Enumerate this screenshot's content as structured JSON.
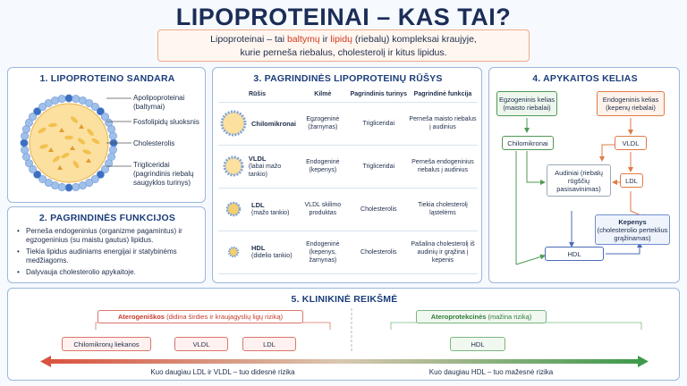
{
  "title": "LIPOPROTEINAI – KAS TAI?",
  "intro": {
    "line1_a": "Lipoproteinai – tai ",
    "line1_b": "baltymų",
    "line1_c": " ir ",
    "line1_d": "lipidų",
    "line1_e": " (riebalų) kompleksai kraujyje,",
    "line2": "kurie perneša riebalus, cholesterolį ir kitus lipidus."
  },
  "colors": {
    "accent": "#1b3d7a",
    "red": "#d33a1e",
    "green": "#4f9a55",
    "orange": "#e07a46"
  },
  "panel1": {
    "title": "1. LIPOPROTEINO SANDARA",
    "labels": [
      "Apolipoproteinai (baltymai)",
      "Fosfolipidų sluoksnis",
      "Cholesterolis",
      "Trigliceridai (pagrindinis riebalų saugyklos turinys)"
    ]
  },
  "panel2": {
    "title": "2. PAGRINDINĖS FUNKCIJOS",
    "items": [
      "Perneša endogeninius (organizme pagamintus) ir egzogeninius (su maistu gautus) lipidus.",
      "Tiekia lipidus audiniams energijai ir statybinėms medžiagoms.",
      "Dalyvauja cholesterolio apykaitoje."
    ]
  },
  "panel3": {
    "title": "3. PAGRINDINĖS LIPOPROTEINŲ RŪŠYS",
    "headers": [
      "Rūšis",
      "Kilmė",
      "Pagrindinis turinys",
      "Pagrindinė funkcija"
    ],
    "rows": [
      {
        "name": "Chilomikronai",
        "sub": "",
        "origin": "Egzogeninė (žarnynas)",
        "content": "Trigliceridai",
        "function": "Perneša maisto riebalus į audinius"
      },
      {
        "name": "VLDL",
        "sub": "(labai mažo tankio)",
        "origin": "Endogeninė (kepenys)",
        "content": "Trigliceridai",
        "function": "Perneša endogeninius riebalus į audinius"
      },
      {
        "name": "LDL",
        "sub": "(mažo tankio)",
        "origin": "VLDL skilimo produktas",
        "content": "Cholesterolis",
        "function": "Tiekia cholesterolį ląstelėms"
      },
      {
        "name": "HDL",
        "sub": "(didelio tankio)",
        "origin": "Endogeninė (kepenys, žarnynas)",
        "content": "Cholesterolis",
        "function": "Pašalina cholesterolį iš audinių ir grąžina į kepenis"
      }
    ]
  },
  "panel4": {
    "title": "4. APYKAITOS KELIAS",
    "exo": "Egzogeninis kelias (maisto riebalai)",
    "endo": "Endogeninis kelias (kepenų riebalai)",
    "chylo": "Chilomikronai",
    "vldl": "VLDL",
    "ldl": "LDL",
    "tissues": "Audiniai (riebalų rūgščių pasisavinimas)",
    "liver_title": "Kepenys",
    "liver_sub": "(cholesterolio perteklius grąžinamas)",
    "hdl": "HDL"
  },
  "panel5": {
    "title": "5. KLINIKINĖ REIKŠMĖ",
    "athero_bold": "Aterogeniškos",
    "athero_rest": " (didina širdies ir kraujagyslių ligų riziką)",
    "anti_bold": "Ateroprotekcinės",
    "anti_rest": " (mažina riziką)",
    "bad": [
      "Chilomikronų liekanos",
      "VLDL",
      "LDL"
    ],
    "good": [
      "HDL"
    ],
    "caption_left": "Kuo daugiau LDL ir VLDL – tuo didesnė rizika",
    "caption_right": "Kuo daugiau HDL – tuo mažesnė rizika"
  }
}
